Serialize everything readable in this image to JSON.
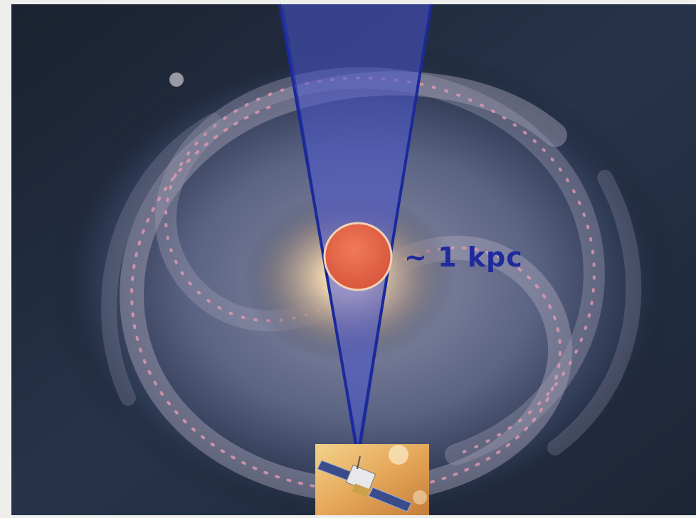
{
  "scale_label": "~ 1 kpc",
  "colors": {
    "cone_fill": "#4a55d0",
    "cone_edge": "#1b2a9a",
    "region_fill": "#e86a4e",
    "region_edge": "#f3d2b8",
    "label": "#1f2a9e",
    "page_background": "#eeeeec"
  },
  "images": [
    {
      "name": "spiral-galaxy",
      "description_icon": "galaxy-image"
    },
    {
      "name": "satellite",
      "description_icon": "satellite-icon"
    }
  ]
}
